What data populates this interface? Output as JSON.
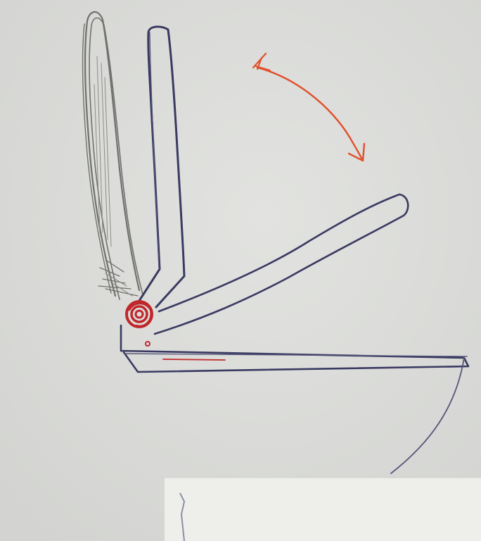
{
  "image": {
    "kind": "hand-drawn sketch on paper",
    "paper_color": "#dcddda",
    "overlay_photo_color": "#eeefeb"
  },
  "colors": {
    "pencil": "#6f716c",
    "pencil_shade": "#8a8c87",
    "ink": "#3a3a62",
    "ink_light": "#55557a",
    "hinge_red": "#c0272b",
    "arrow_red": "#e0512e"
  },
  "drawing": {
    "pencil_open_position": {
      "stroke": "pencil"
    },
    "upright_position": {
      "stroke": "ink"
    },
    "middle_position": {
      "stroke": "ink"
    },
    "closed_position": {
      "stroke": "ink"
    },
    "hinge": {
      "stroke": "hinge_red"
    },
    "rotation_arrow": {
      "stroke": "arrow_red",
      "direction": "clockwise"
    }
  }
}
